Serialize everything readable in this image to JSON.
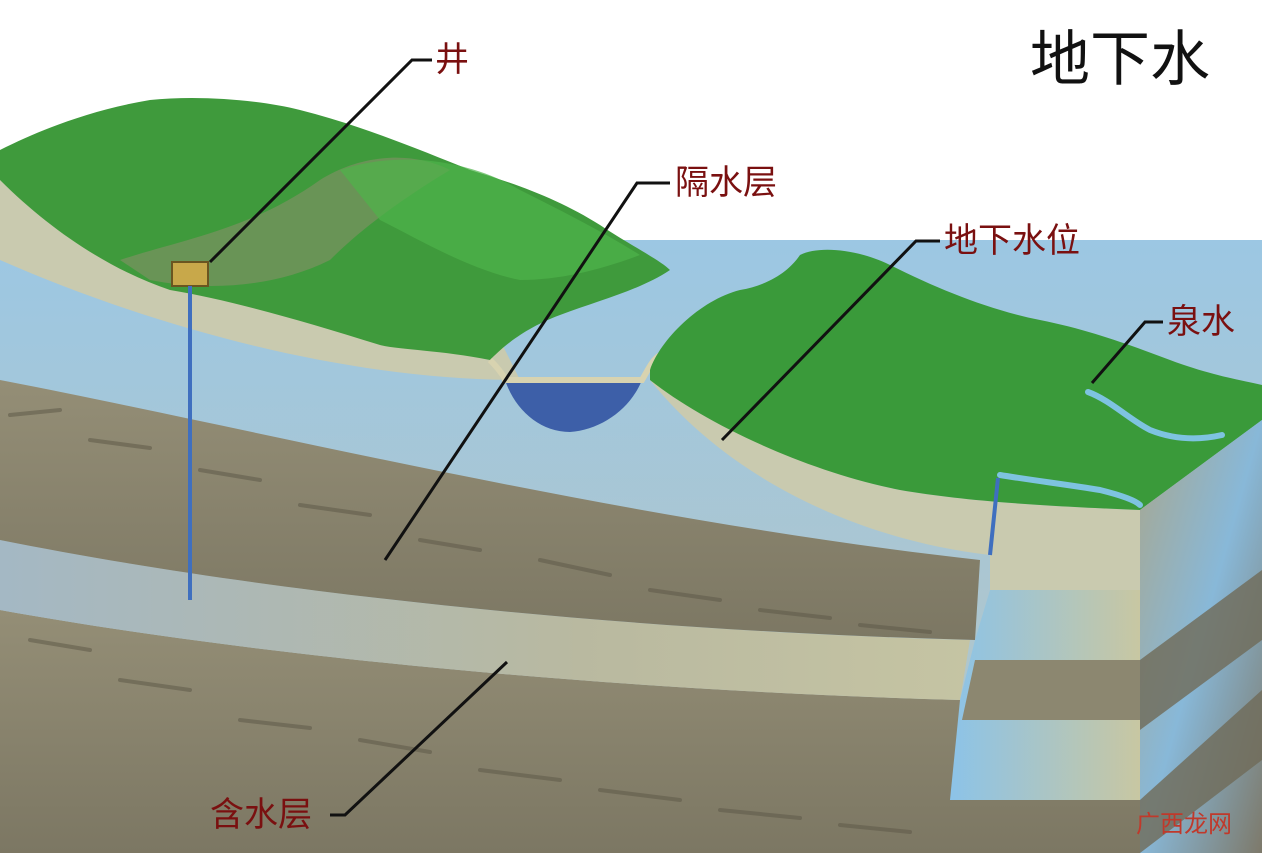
{
  "title": "地下水",
  "labels": {
    "well": "井",
    "aquiclude": "隔水层",
    "water_table": "地下水位",
    "spring": "泉水",
    "aquifer": "含水层"
  },
  "watermark": "广西龙网",
  "colors": {
    "label_text": "#7a1010",
    "grass": "#3a9a3a",
    "grass_dark": "#2f7d2f",
    "water_light": "#9cc7e3",
    "water_lake": "#3d5fa8",
    "aquiclude": "#8b8670",
    "aquifer": "#a9b0a8",
    "soil": "#c7c8ac",
    "leader": "#111111"
  }
}
